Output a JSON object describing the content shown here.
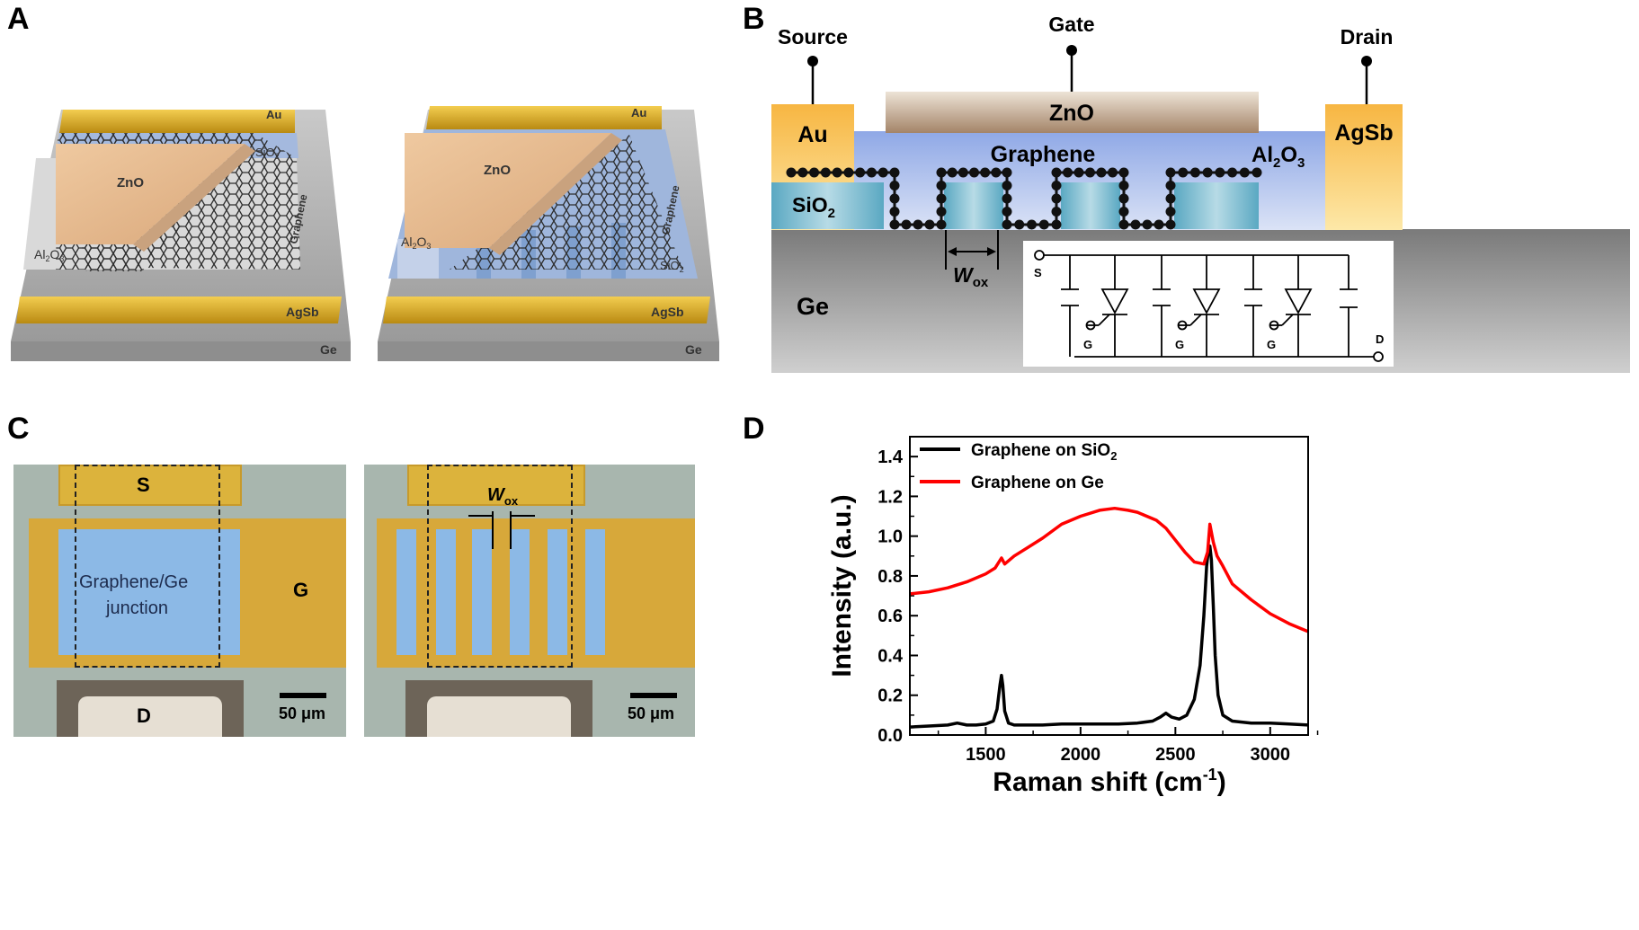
{
  "panels": {
    "a": "A",
    "b": "B",
    "c": "C",
    "d": "D"
  },
  "panel_a": {
    "left": {
      "au": "Au",
      "sio2": "SiO",
      "sio2_sub": "2",
      "zno": "ZnO",
      "graphene": "Graphene",
      "al2o3": "Al",
      "al2o3_sub2": "2",
      "al2o3_o": "O",
      "al2o3_sub3": "3",
      "agsb": "AgSb",
      "ge": "Ge"
    },
    "right": {
      "au": "Au",
      "zno": "ZnO",
      "graphene": "Graphene",
      "al2o3": "Al",
      "al2o3_sub2": "2",
      "al2o3_o": "O",
      "al2o3_sub3": "3",
      "sio2": "SiO",
      "sio2_sub": "2",
      "agsb": "AgSb",
      "ge": "Ge"
    }
  },
  "panel_b": {
    "source": "Source",
    "gate": "Gate",
    "drain": "Drain",
    "au": "Au",
    "zno": "ZnO",
    "agsb": "AgSb",
    "graphene": "Graphene",
    "al2o3": "Al",
    "al2o3_sub2": "2",
    "al2o3_o": "O",
    "al2o3_sub3": "3",
    "sio2": "SiO",
    "sio2_sub": "2",
    "ge": "Ge",
    "wox": "W",
    "wox_sub": "ox",
    "circuit": {
      "s": "S",
      "d": "D",
      "g": "G"
    }
  },
  "panel_c": {
    "left": {
      "s": "S",
      "g": "G",
      "d": "D",
      "junction_line1": "Graphene/Ge",
      "junction_line2": "junction",
      "scale": "50 μm"
    },
    "right": {
      "wox": "W",
      "wox_sub": "ox",
      "scale": "50 μm"
    }
  },
  "colors": {
    "graphene_on_sio2": "#000000",
    "graphene_on_ge": "#ff0000",
    "gold": "#d6a826",
    "substrate": "#a8b6ae",
    "sio2_blue": "#a9c8e6"
  },
  "chart_data": {
    "type": "line",
    "xlabel": "Raman shift (cm",
    "xlabel_sup": "-1",
    "xlabel_end": ")",
    "ylabel": "Intensity (a.u.)",
    "xlim": [
      1100,
      3200
    ],
    "ylim": [
      0.0,
      1.5
    ],
    "xticks": [
      1500,
      2000,
      2500,
      3000
    ],
    "xtick_labels": [
      "1500",
      "2000",
      "2500",
      "3000"
    ],
    "yticks": [
      0.0,
      0.2,
      0.4,
      0.6,
      0.8,
      1.0,
      1.2,
      1.4
    ],
    "ytick_labels": [
      "0.0",
      "0.2",
      "0.4",
      "0.6",
      "0.8",
      "1.0",
      "1.2",
      "1.4"
    ],
    "legend_position": "top-left",
    "grid": false,
    "series": [
      {
        "name": "Graphene on SiO",
        "name_sub": "2",
        "color": "#000000",
        "x": [
          1100,
          1200,
          1300,
          1350,
          1400,
          1450,
          1500,
          1540,
          1560,
          1575,
          1583,
          1590,
          1600,
          1620,
          1650,
          1700,
          1800,
          1900,
          2000,
          2100,
          2200,
          2300,
          2380,
          2420,
          2450,
          2480,
          2520,
          2560,
          2600,
          2630,
          2650,
          2665,
          2675,
          2682,
          2690,
          2700,
          2710,
          2725,
          2750,
          2800,
          2900,
          3000,
          3100,
          3200
        ],
        "values": [
          0.04,
          0.045,
          0.05,
          0.06,
          0.05,
          0.05,
          0.055,
          0.07,
          0.13,
          0.25,
          0.3,
          0.25,
          0.12,
          0.06,
          0.05,
          0.05,
          0.05,
          0.055,
          0.055,
          0.055,
          0.055,
          0.06,
          0.07,
          0.09,
          0.11,
          0.09,
          0.08,
          0.1,
          0.18,
          0.35,
          0.6,
          0.85,
          0.94,
          0.95,
          0.88,
          0.65,
          0.4,
          0.2,
          0.1,
          0.07,
          0.06,
          0.06,
          0.055,
          0.05
        ]
      },
      {
        "name": "Graphene on Ge",
        "color": "#ff0000",
        "x": [
          1100,
          1200,
          1300,
          1400,
          1500,
          1550,
          1583,
          1600,
          1650,
          1700,
          1800,
          1900,
          2000,
          2100,
          2180,
          2250,
          2300,
          2400,
          2450,
          2500,
          2550,
          2600,
          2650,
          2670,
          2682,
          2700,
          2720,
          2750,
          2800,
          2900,
          3000,
          3100,
          3200
        ],
        "values": [
          0.71,
          0.72,
          0.74,
          0.77,
          0.81,
          0.84,
          0.89,
          0.86,
          0.9,
          0.93,
          0.99,
          1.06,
          1.1,
          1.13,
          1.14,
          1.13,
          1.12,
          1.08,
          1.04,
          0.98,
          0.92,
          0.87,
          0.86,
          0.92,
          1.06,
          0.97,
          0.9,
          0.85,
          0.76,
          0.68,
          0.61,
          0.56,
          0.52
        ]
      }
    ]
  }
}
